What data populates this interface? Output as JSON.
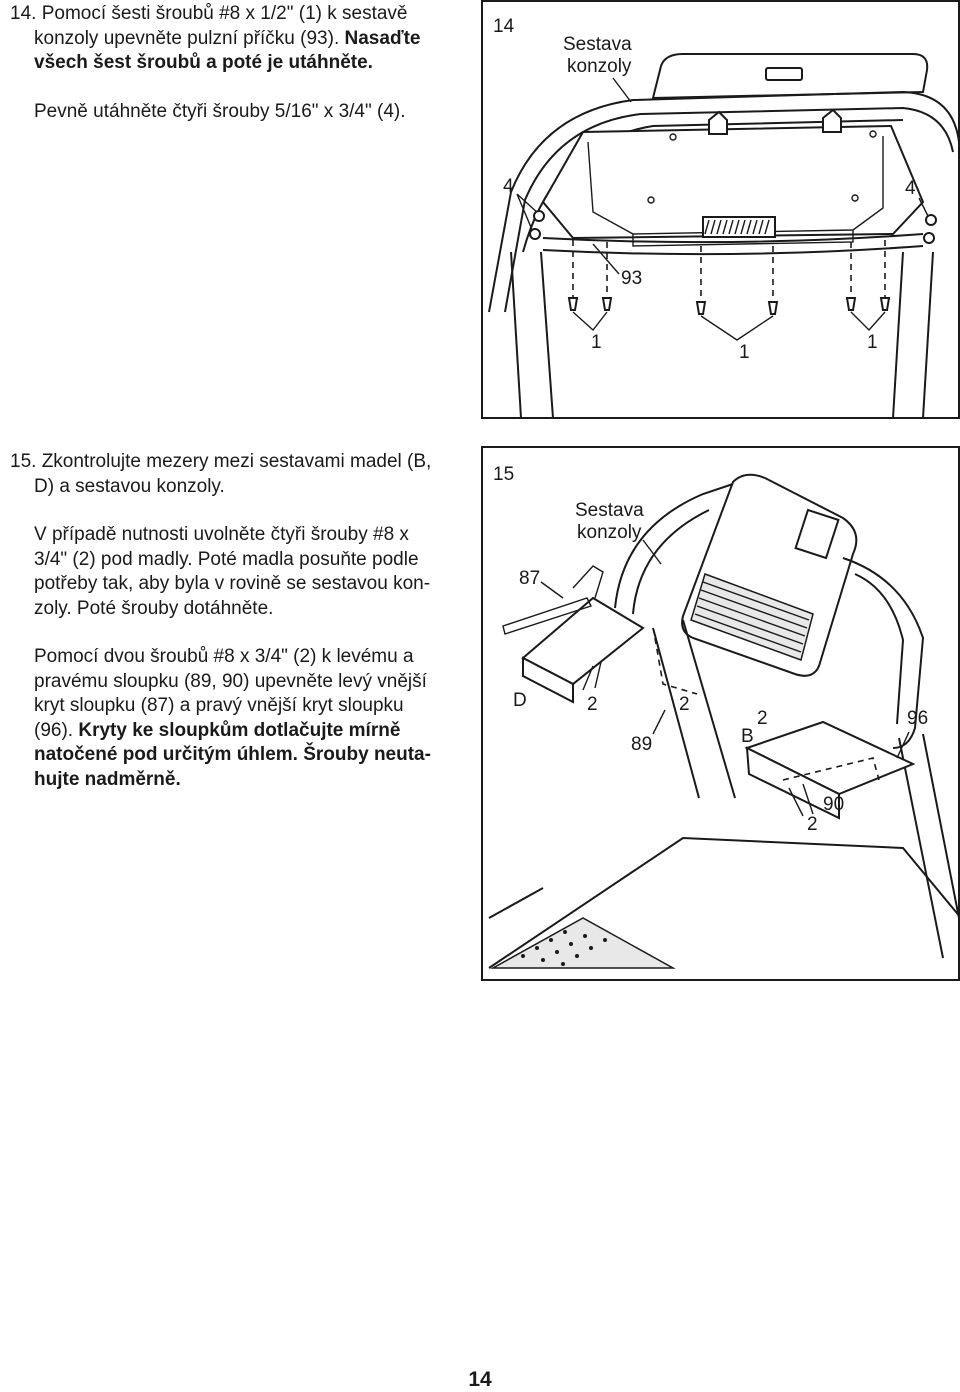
{
  "step14": {
    "line1_number": "14.",
    "line1_text": "Pomocí šesti šroubů #8 x 1/2\" (1) k sestavě",
    "line2": "konzoly upevněte pulzní příčku (93).",
    "line2_bold": "Nasaďte",
    "line3_bold": "všech šest šroubů a poté je utáhněte.",
    "para2": "Pevně utáhněte čtyři šrouby 5/16\" x 3/4\" (4)."
  },
  "figure14": {
    "number": "14",
    "callout_title_1": "Sestava",
    "callout_title_2": "konzoly",
    "label_4_left": "4",
    "label_4_right": "4",
    "label_93": "93",
    "label_1_a": "1",
    "label_1_b": "1",
    "label_1_c": "1"
  },
  "step15": {
    "p1_l1": "15. Zkontrolujte mezery mezi sestavami madel (B,",
    "p1_l2": "D) a sestavou konzoly.",
    "p2_l1": "V případě nutnosti uvolněte čtyři šrouby #8 x",
    "p2_l2": "3/4\" (2) pod madly. Poté madla posuňte podle",
    "p2_l3": "potřeby tak, aby byla v rovině se sestavou kon-",
    "p2_l4": "zoly. Poté šrouby dotáhněte.",
    "p3_l1": "Pomocí dvou šroubů #8 x 3/4\" (2) k levému a",
    "p3_l2": "pravému sloupku (89, 90) upevněte levý vnější",
    "p3_l3": "kryt sloupku (87) a pravý vnější kryt sloupku",
    "p3_l4_plain": "(96).",
    "p3_l4_bold": "Kryty ke sloupkům dotlačujte mírně",
    "p3_l5_bold": "natočené pod určitým úhlem. Šrouby neuta-",
    "p3_l6_bold": "hujte nadměrně."
  },
  "figure15": {
    "number": "15",
    "callout_title_1": "Sestava",
    "callout_title_2": "konzoly",
    "label_87": "87",
    "label_D": "D",
    "label_2_a": "2",
    "label_2_b": "2",
    "label_89": "89",
    "label_2_c": "2",
    "label_B": "B",
    "label_96": "96",
    "label_90": "90",
    "label_2_d": "2"
  },
  "page_number": "14"
}
